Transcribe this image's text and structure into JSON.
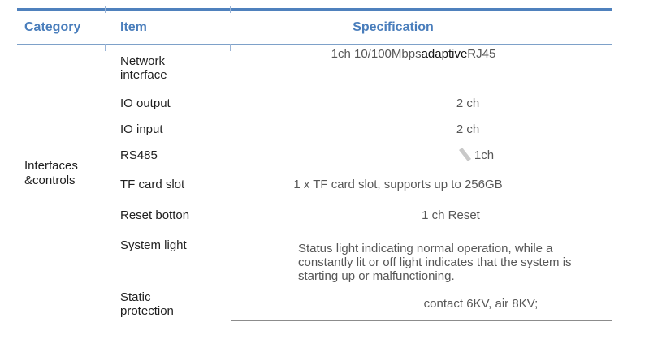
{
  "colors": {
    "accent_blue": "#4a7ebc",
    "top_rule_blue": "#4f81bd",
    "header_rule_blue": "#7ea1c9",
    "tick_blue": "#9ab4d6",
    "bottom_rule_gray": "#8c8c8c",
    "item_text_dark": "#1f1f1f",
    "spec_text_gray": "#575757",
    "slash_gray": "#c9c9c9"
  },
  "table": {
    "headers": {
      "category": "Category",
      "item": "Item",
      "specification": "Specification"
    },
    "category_group": "Interfaces\n&controls",
    "rows": [
      {
        "item": "Network\ninterface",
        "spec_parts": [
          "1ch 10/100Mbps ",
          "adaptive",
          " RJ45"
        ]
      },
      {
        "item": "IO output",
        "spec": "2 ch"
      },
      {
        "item": "IO input",
        "spec": "2 ch"
      },
      {
        "item": "RS485",
        "spec": "1ch",
        "spec_marker": "slash-mark"
      },
      {
        "item": "TF card slot",
        "spec": "1 x TF card slot, supports up to 256GB"
      },
      {
        "item": "Reset botton",
        "spec": "1 ch Reset"
      },
      {
        "item": "System light",
        "spec": "Status light indicating normal operation, while a constantly lit or off light indicates that the system is starting up or malfunctioning."
      },
      {
        "item": "Static\nprotection",
        "spec": "contact 6KV, air 8KV;"
      }
    ]
  }
}
